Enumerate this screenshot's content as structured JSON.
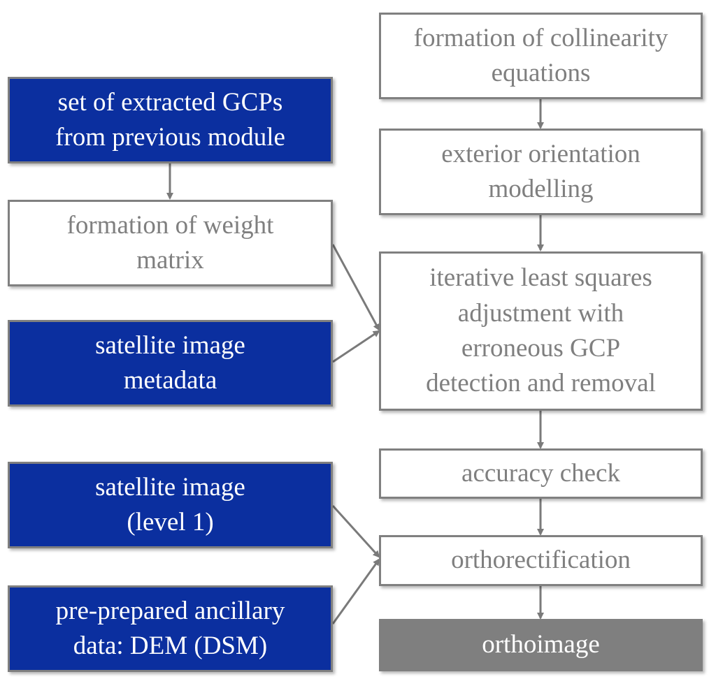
{
  "diagram": {
    "nodes": {
      "extracted_gcps": {
        "lines": [
          "set of extracted GCPs",
          "from previous module"
        ]
      },
      "weight_matrix": {
        "lines": [
          "formation of weight",
          "matrix"
        ]
      },
      "image_metadata": {
        "lines": [
          "satellite image",
          "metadata"
        ]
      },
      "image_level1": {
        "lines": [
          "satellite image",
          "(level 1)"
        ]
      },
      "ancillary_data": {
        "lines": [
          "pre-prepared ancillary",
          "data: DEM (DSM)"
        ]
      },
      "collinearity": {
        "lines": [
          "formation of collinearity",
          "equations"
        ]
      },
      "exterior_orientation": {
        "lines": [
          "exterior orientation",
          "modelling"
        ]
      },
      "least_squares": {
        "lines": [
          "iterative least squares",
          "adjustment with",
          "erroneous GCP",
          "detection and removal"
        ]
      },
      "accuracy_check": {
        "lines": [
          "accuracy check"
        ]
      },
      "orthorectification": {
        "lines": [
          "orthorectification"
        ]
      },
      "orthoimage": {
        "lines": [
          "orthoimage"
        ]
      }
    },
    "edges": [
      {
        "from": "extracted_gcps",
        "to": "weight_matrix"
      },
      {
        "from": "collinearity",
        "to": "exterior_orientation"
      },
      {
        "from": "exterior_orientation",
        "to": "least_squares"
      },
      {
        "from": "weight_matrix",
        "to": "least_squares"
      },
      {
        "from": "image_metadata",
        "to": "least_squares"
      },
      {
        "from": "least_squares",
        "to": "accuracy_check"
      },
      {
        "from": "accuracy_check",
        "to": "orthorectification"
      },
      {
        "from": "image_level1",
        "to": "orthorectification"
      },
      {
        "from": "ancillary_data",
        "to": "orthorectification"
      },
      {
        "from": "orthorectification",
        "to": "orthoimage"
      }
    ],
    "colors": {
      "input_fill": "#0b2f9f",
      "border": "#808080",
      "process_text": "#7f7f7f",
      "output_fill": "#7f7f7f",
      "connector": "#7a7a7a"
    }
  }
}
